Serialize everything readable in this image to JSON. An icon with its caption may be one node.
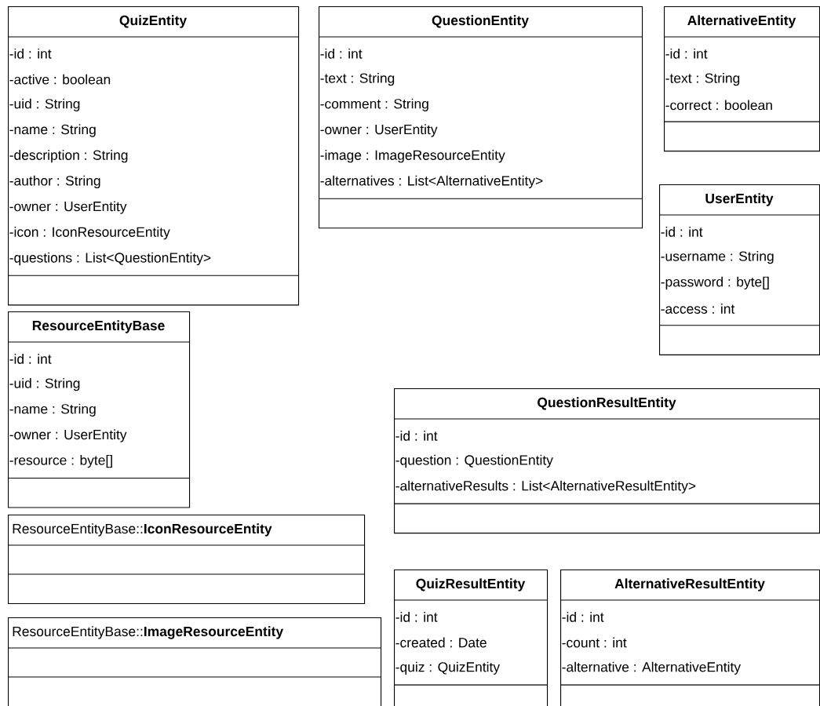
{
  "diagram": {
    "nodes": [
      {
        "text": [
          "QuizEntity",
          "-id : int",
          "-active : boolean",
          "-uid : String",
          "-name : String",
          "-description : String",
          "-author : String",
          "-owner : UserEntity",
          "-icon : IconResourceEntity",
          "-questions : List<QuestionEntity>"
        ]
      },
      {
        "text": [
          "QuestionEntity",
          "-id : int",
          "-text : String",
          "-comment : String",
          "-owner : UserEntity",
          "-image : ImageResourceEntity",
          "-alternatives : List<AlternativeEntity>"
        ]
      },
      {
        "text": [
          "AlternativeEntity",
          "-id : int",
          "-text : String",
          "-correct : boolean"
        ]
      },
      {
        "text": [
          "UserEntity",
          "-id : int",
          "-username : String",
          "-password : byte[]",
          "-access : int"
        ]
      },
      {
        "text": [
          "ResourceEntityBase",
          "-id : int",
          "-uid : String",
          "-name : String",
          "-owner : UserEntity",
          "-resource : byte[]"
        ]
      },
      {
        "text": [
          "QuestionResultEntity",
          "-id : int",
          "-question : QuestionEntity",
          "-alternativeResults : List<AlternativeResultEntity>"
        ]
      },
      {
        "text": [
          "ResourceEntityBase::**IconResourceEntity**"
        ]
      },
      {
        "text": [
          "QuizResultEntity",
          "-id : int",
          "-created : Date",
          "-quiz : QuizEntity"
        ]
      },
      {
        "text": [
          "AlternativeResultEntity",
          "-id : int",
          "-count : int",
          "-alternative : AlternativeEntity"
        ]
      },
      {
        "text": [
          "ResourceEntityBase::**ImageResourceEntity**"
        ]
      }
    ]
  }
}
